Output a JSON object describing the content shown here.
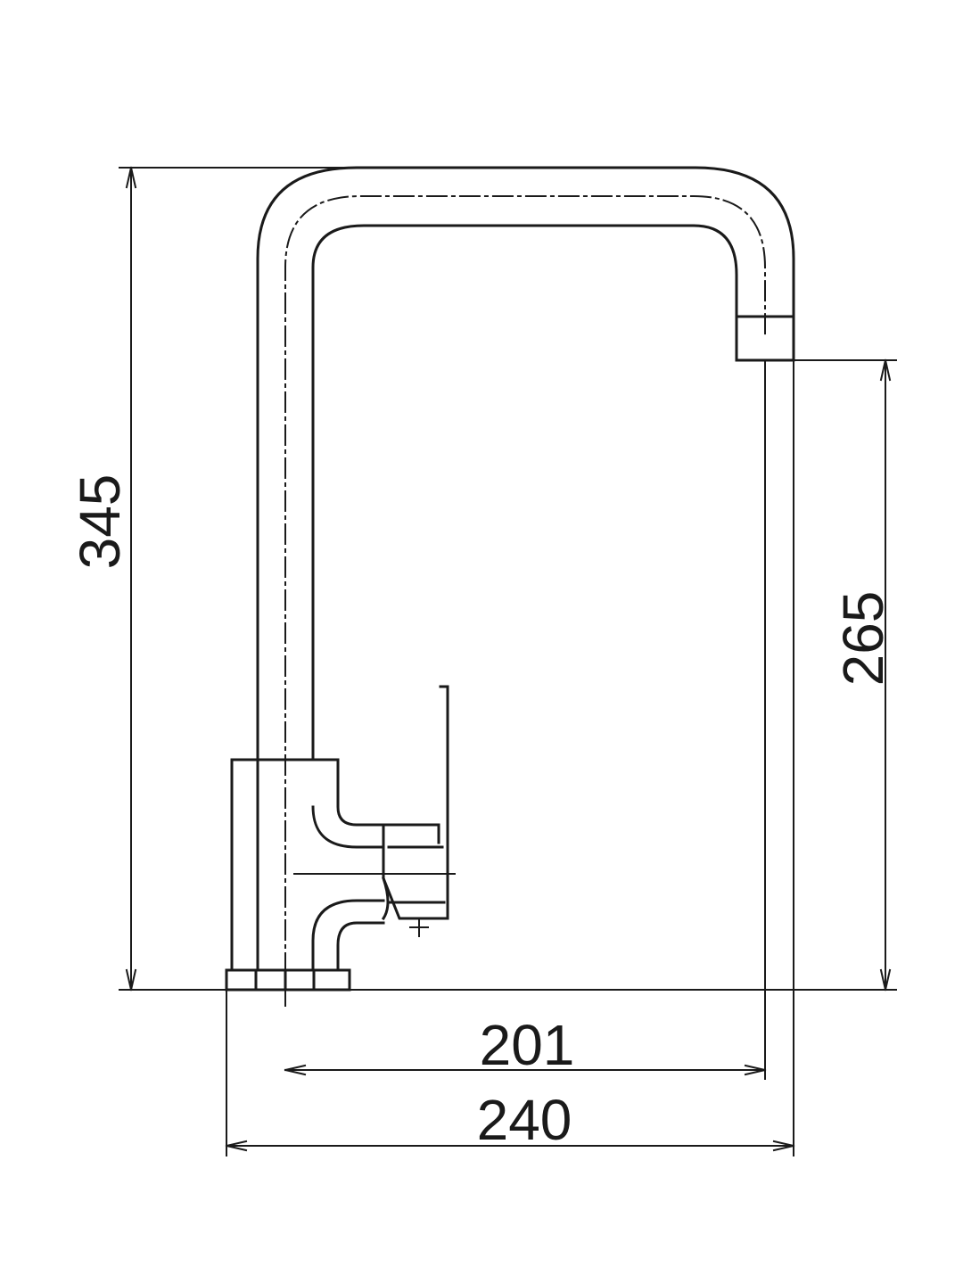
{
  "dimensions": {
    "total_height": "345",
    "spout_height": "265",
    "spout_reach": "201",
    "total_width": "240"
  },
  "colors": {
    "line": "#1a1a1a",
    "background": "#ffffff"
  }
}
